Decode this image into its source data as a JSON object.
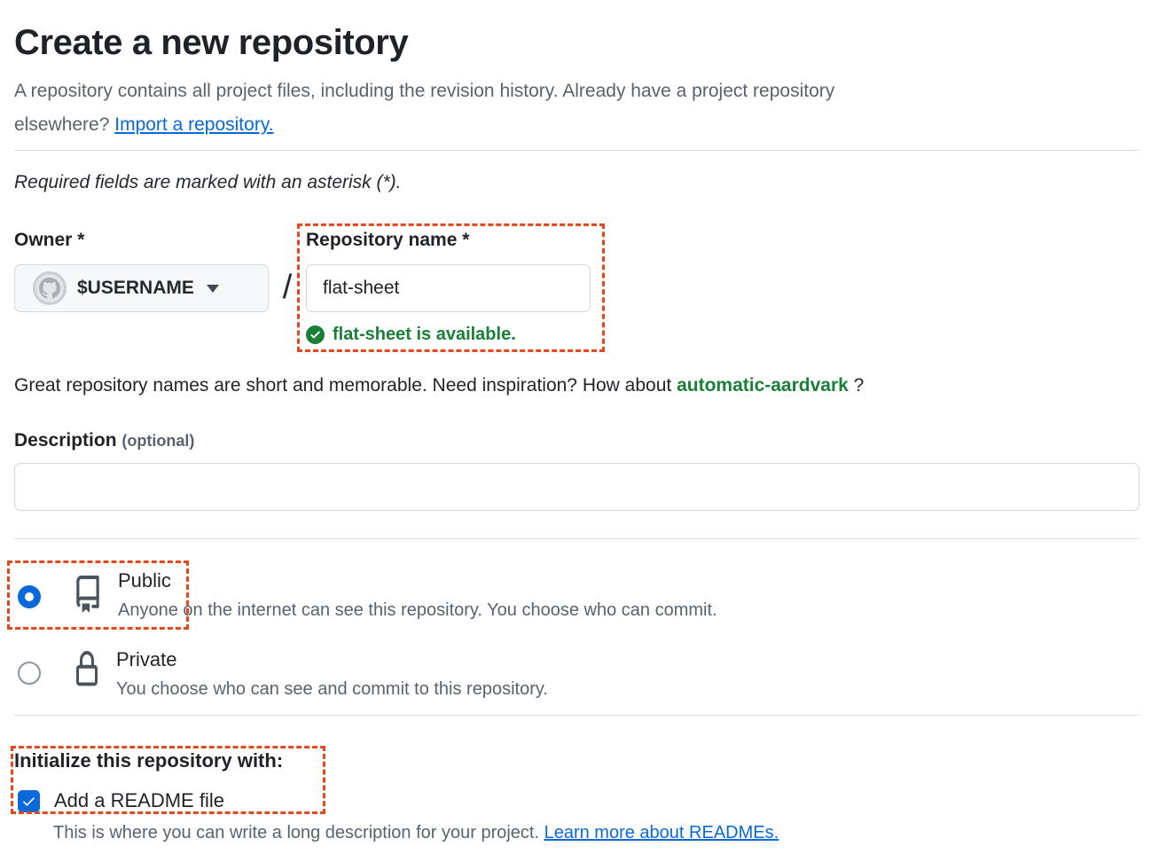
{
  "header": {
    "title": "Create a new repository",
    "intro_line1": "A repository contains all project files, including the revision history. Already have a project repository",
    "intro_line2": "elsewhere?",
    "import_link": "Import a repository.",
    "required_note": "Required fields are marked with an asterisk (*)."
  },
  "owner": {
    "label": "Owner",
    "required_mark": "*",
    "selected_value": "$USERNAME",
    "separator": "/"
  },
  "repo_name": {
    "label": "Repository name",
    "required_mark": "*",
    "value": "flat-sheet",
    "availability_message": "flat-sheet is available."
  },
  "suggestion": {
    "text_before": "Great repository names are short and memorable. Need inspiration? How about",
    "suggested_name": "automatic-aardvark",
    "text_after": "?"
  },
  "description": {
    "label": "Description",
    "optional_label": "(optional)",
    "value": ""
  },
  "visibility": {
    "options": [
      {
        "label": "Public",
        "description": "Anyone on the internet can see this repository. You choose who can commit.",
        "selected": true
      },
      {
        "label": "Private",
        "description": "You choose who can see and commit to this repository.",
        "selected": false
      }
    ]
  },
  "initialize": {
    "heading": "Initialize this repository with:",
    "readme": {
      "label": "Add a README file",
      "checked": true,
      "note": "This is where you can write a long description for your project.",
      "link": "Learn more about READMEs."
    }
  },
  "colors": {
    "accent_blue": "#0969da",
    "success_green": "#1a7f37",
    "annotation_red": "#e5471f",
    "text_primary": "#1f2328",
    "text_secondary": "#59636e",
    "border": "#d0d7de",
    "button_bg": "#f6f8fa"
  }
}
